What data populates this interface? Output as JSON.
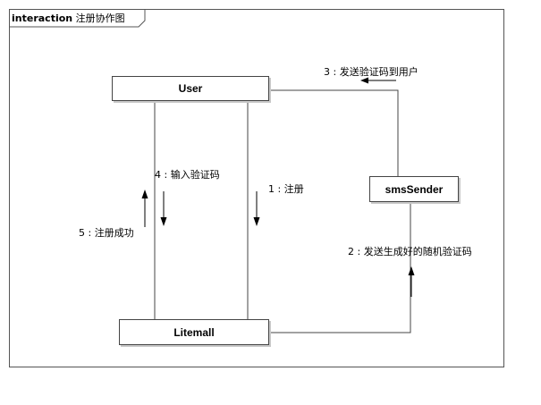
{
  "frame": {
    "keyword": "interaction",
    "name": "注册协作图"
  },
  "nodes": {
    "user": "User",
    "litemall": "Litemall",
    "sms": "smsSender"
  },
  "messages": {
    "m1": "1 : 注册",
    "m2": "2 : 发送生成好的随机验证码",
    "m3": "3 : 发送验证码到用户",
    "m4": "4 : 输入验证码",
    "m5": "5 : 注册成功"
  },
  "colors": {
    "line": "#444444",
    "frame": "#555555",
    "shadow": "#c8c8c8"
  }
}
